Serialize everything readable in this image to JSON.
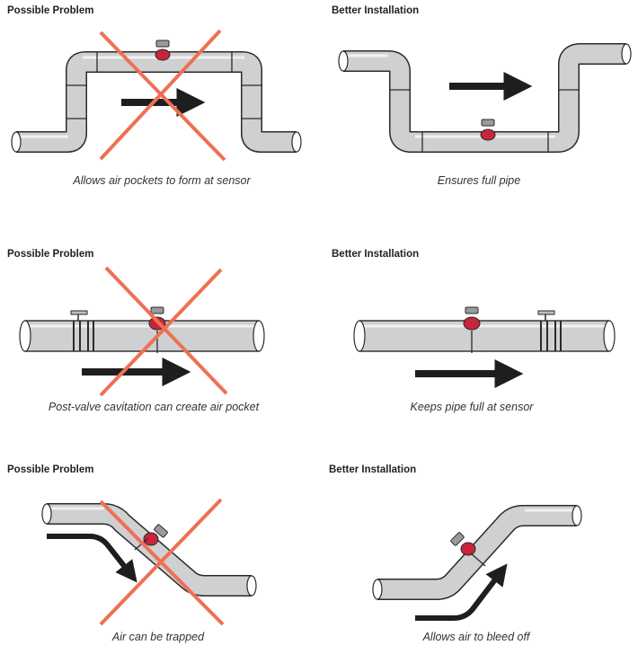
{
  "panels": [
    {
      "heading": "Possible Problem",
      "caption": "Allows air pockets to form at sensor"
    },
    {
      "heading": "Better Installation",
      "caption": "Ensures full pipe"
    },
    {
      "heading": "Possible Problem",
      "caption": "Post-valve cavitation can create air pocket"
    },
    {
      "heading": "Better Installation",
      "caption": "Keeps pipe full at sensor"
    },
    {
      "heading": "Possible Problem",
      "caption": "Air can be trapped"
    },
    {
      "heading": "Better Installation",
      "caption": "Allows air to bleed off"
    }
  ],
  "colors": {
    "pipe_fill": "#cfd0d2",
    "pipe_outline": "#2b2b2b",
    "sensor": "#c8243c",
    "cross": "#ee7055",
    "arrow": "#1e1e1e"
  }
}
